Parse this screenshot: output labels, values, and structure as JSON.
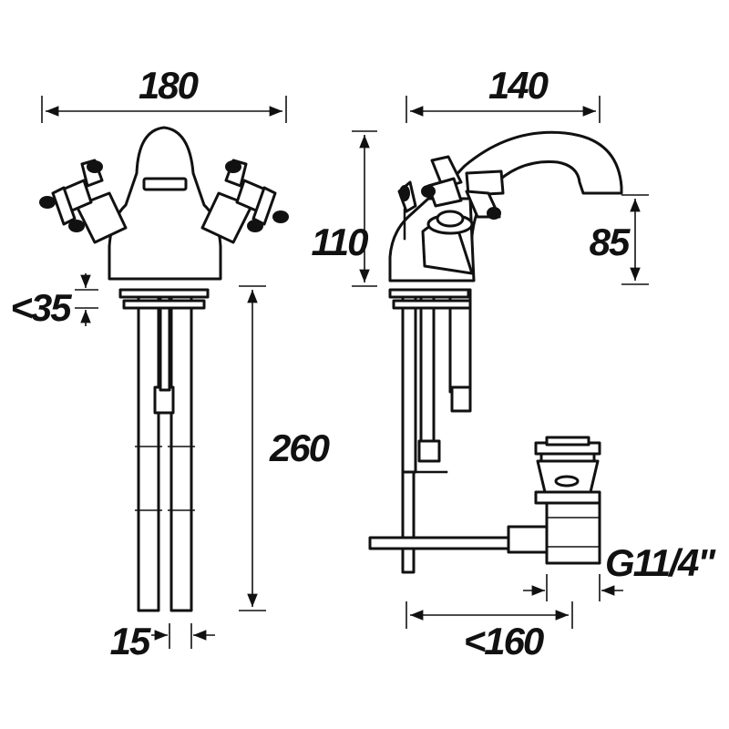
{
  "dimensions": {
    "width_front": "180",
    "width_side": "140",
    "height_tap": "110",
    "spout_height": "85",
    "base_thickness": "<35",
    "tail_length": "260",
    "tail_spacing": "15",
    "waste_reach": "<160",
    "waste_thread": "G11/4\""
  },
  "colors": {
    "line": "#111111",
    "background": "#ffffff"
  }
}
